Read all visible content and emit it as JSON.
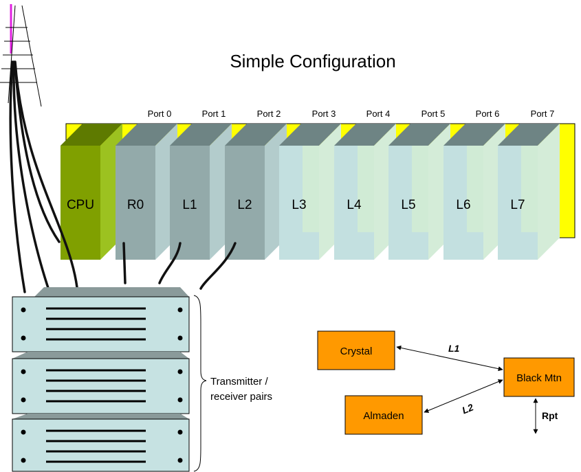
{
  "title": "Simple Configuration",
  "ports": [
    "Port 0",
    "Port 1",
    "Port 2",
    "Port 3",
    "Port 4",
    "Port 5",
    "Port 6",
    "Port 7"
  ],
  "cards": [
    "CPU",
    "R0",
    "L1",
    "L2",
    "L3",
    "L4",
    "L5",
    "L6",
    "L7"
  ],
  "rack_label": [
    "Transmitter /",
    "receiver pairs"
  ],
  "network": {
    "nodes": {
      "crystal": "Crystal",
      "black_mtn": "Black Mtn",
      "almaden": "Almaden"
    },
    "links": {
      "l1": "L1",
      "l2": "L2",
      "rpt": "Rpt"
    }
  },
  "colors": {
    "chassis": "#ffff00",
    "cpu": "#80a000",
    "active_card": "#93aaaa",
    "idle_card": "#c3e0e0",
    "rack_unit": "#c6e2e2",
    "node": "#ff9900"
  }
}
